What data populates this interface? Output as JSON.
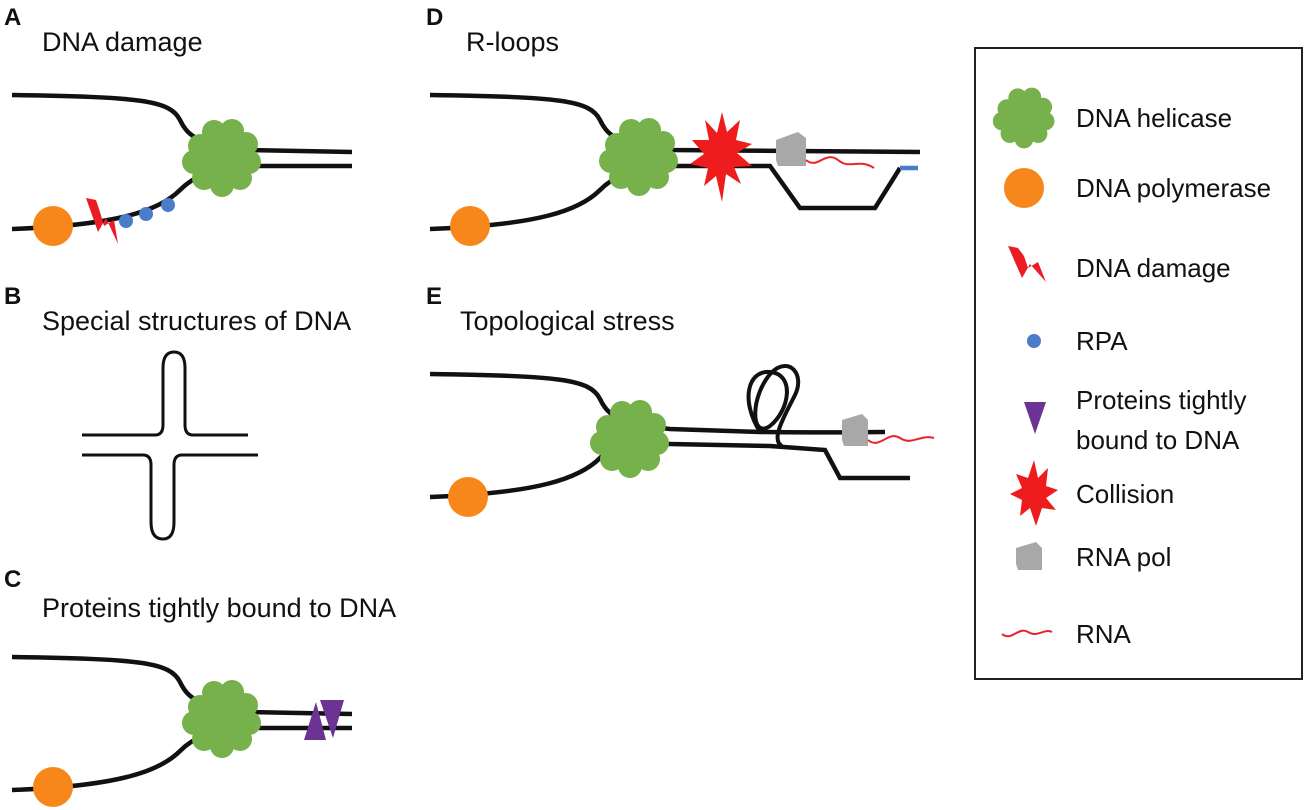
{
  "panels": {
    "a": {
      "letter": "A",
      "title": "DNA damage"
    },
    "b": {
      "letter": "B",
      "title": "Special structures of DNA"
    },
    "c": {
      "letter": "C",
      "title": "Proteins tightly bound to DNA"
    },
    "d": {
      "letter": "D",
      "title": "R-loops"
    },
    "e": {
      "letter": "E",
      "title": "Topological stress"
    }
  },
  "legend": {
    "helicase": "DNA helicase",
    "polymerase": "DNA polymerase",
    "damage": "DNA damage",
    "rpa": "RPA",
    "proteins_line1": "Proteins tightly",
    "proteins_line2": "bound to DNA",
    "collision": "Collision",
    "rna_pol": "RNA pol",
    "rna": "RNA"
  },
  "colors": {
    "helicase": "#76b14c",
    "polymerase": "#f7871a",
    "damage": "#ec1c24",
    "rpa": "#4a7cc9",
    "protein": "#6c3294",
    "collision": "#ee1c1c",
    "rna_pol": "#a8a8a8",
    "rna": "#e8242c",
    "dna": "#111111"
  }
}
